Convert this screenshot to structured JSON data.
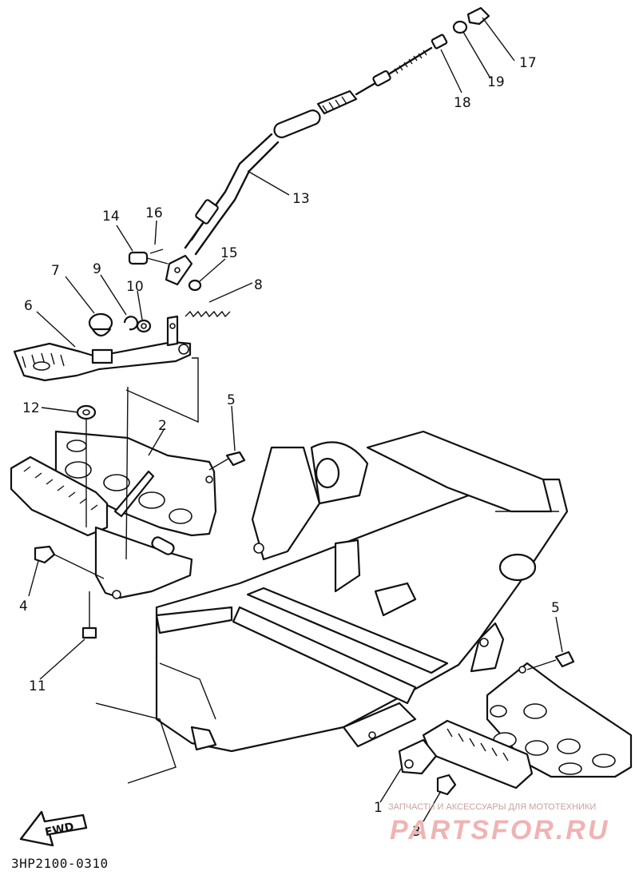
{
  "diagram": {
    "drawing_code": "3HP2100-0310",
    "fwd_label": "FWD",
    "callouts": [
      "1",
      "2",
      "3",
      "4",
      "5",
      "5",
      "6",
      "7",
      "8",
      "9",
      "10",
      "11",
      "12",
      "13",
      "14",
      "15",
      "16",
      "17",
      "18",
      "19"
    ]
  },
  "watermark": {
    "top_text": "ЗАПЧАСТИ И АКСЕССУАРЫ ДЛЯ МОТОТЕХНИКИ",
    "brand": "PARTSFOR.RU"
  }
}
